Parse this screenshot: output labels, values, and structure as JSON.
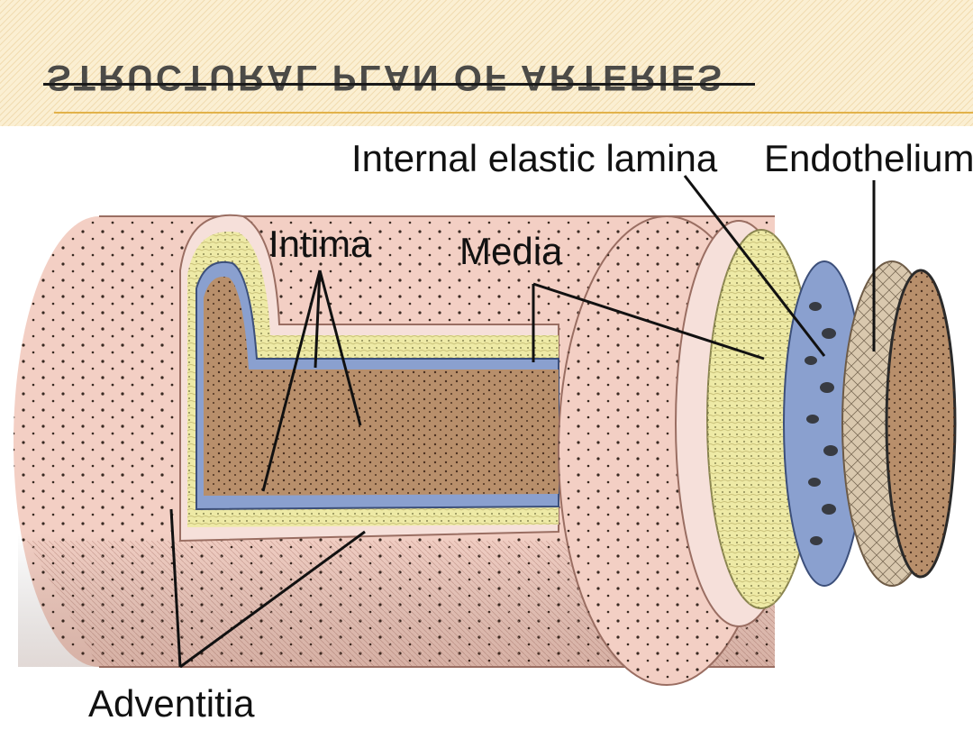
{
  "slide": {
    "title": "STRUCTURAL PLAN OF ARTERIES"
  },
  "diagram": {
    "labels": {
      "internal_elastic_lamina": "Internal elastic lamina",
      "endothelium": "Endothelium",
      "intima": "Intima",
      "media": "Media",
      "adventitia": "Adventitia"
    }
  },
  "colors": {
    "adventitia": "#f3cfc4",
    "media": "#eeeaa6",
    "elastic_lamina": "#8aa0cf",
    "lumen": "#b88f6b",
    "endothelium": "#d9c8ae",
    "header_bg": "#fbefd2",
    "header_rule": "#e2b24a"
  }
}
